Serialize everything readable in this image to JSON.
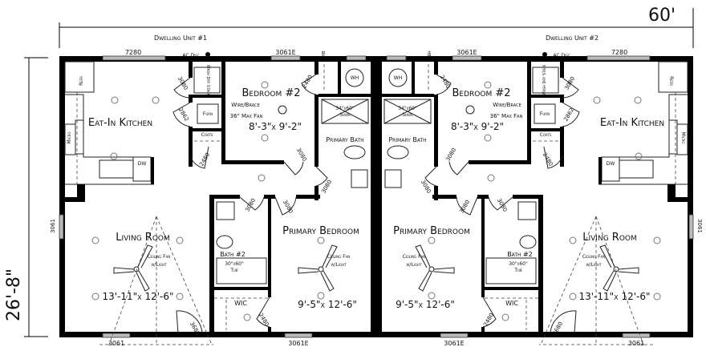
{
  "overall": {
    "width_label": "60'",
    "depth_label": "26'-8\""
  },
  "units": [
    {
      "title": "Dwelling Unit #1",
      "top_window_kitchen": "7280",
      "ac_disc": "AC Disc",
      "top_window_bedroom": "3061E",
      "hose_bib": "HB",
      "refr": "Refr",
      "wash_dry_stack": "Wash Dry Stack",
      "door_laundry": "3080",
      "door_furn": "2862",
      "furn": "Furn",
      "coats": "Coats",
      "door_coats": "2480",
      "micro": "Micro",
      "dw": "DW",
      "kitchen": "Eat-In Kitchen",
      "bedroom2": "Bedroom #2",
      "wire_brace": "Wire/Brace",
      "max_fan": "36\" Max Fan",
      "bedroom2_size": "8'-3\"x 9'-2\"",
      "door_wh": "2480",
      "wh": "WH",
      "shower_size": "34\"x60\"",
      "shower": "Shwr",
      "primary_bath": "Primary Bath",
      "door_bedroom2": "3080",
      "door_primary_bath": "3080",
      "door_bath2": "3080",
      "door_primary_bedroom": "3080",
      "living_room": "Living Room",
      "ceiling_fan": "Ceiling Fan",
      "with_light": "w/Light",
      "living_size": "13'-11\"x 12'-6\"",
      "side_window": "3061",
      "bottom_window_living": "3061",
      "entry_door": "3680",
      "bath2": "Bath #2",
      "tub_size": "30\"x60\"",
      "tub": "Tub",
      "wic": "WIC",
      "door_wic": "2480",
      "primary_bedroom": "Primary Bedroom",
      "primary_size": "9'-5\"x 12'-6\"",
      "bottom_window_primary": "3061E"
    },
    {
      "title": "Dwelling Unit #2",
      "top_window_kitchen": "7280",
      "ac_disc": "AC Disc",
      "top_window_bedroom": "3061E",
      "hose_bib": "HB",
      "refr": "Refr",
      "wash_dry_stack": "Wash Dry Stack",
      "door_laundry": "3080",
      "door_furn": "2862",
      "furn": "Furn",
      "coats": "Coats",
      "door_coats": "2480",
      "micro": "Micro",
      "dw": "DW",
      "kitchen": "Eat-In Kitchen",
      "bedroom2": "Bedroom #2",
      "wire_brace": "Wire/Brace",
      "max_fan": "36\" Max Fan",
      "bedroom2_size": "8'-3\"x 9'-2\"",
      "door_wh": "2480",
      "wh": "WH",
      "shower_size": "34\"x60\"",
      "shower": "Shwr",
      "primary_bath": "Primary Bath",
      "door_bedroom2": "3080",
      "door_primary_bath": "3080",
      "door_bath2": "3080",
      "door_primary_bedroom": "3080",
      "living_room": "Living Room",
      "ceiling_fan": "Ceiling Fan",
      "with_light": "w/Light",
      "living_size": "13'-11\"x 12'-6\"",
      "side_window": "3061",
      "bottom_window_living": "3061",
      "entry_door": "3680",
      "bath2": "Bath #2",
      "tub_size": "30\"x60\"",
      "tub": "Tub",
      "wic": "WIC",
      "door_wic": "2480",
      "primary_bedroom": "Primary Bedroom",
      "primary_size": "9'-5\"x 12'-6\"",
      "bottom_window_primary": "3061E"
    }
  ]
}
